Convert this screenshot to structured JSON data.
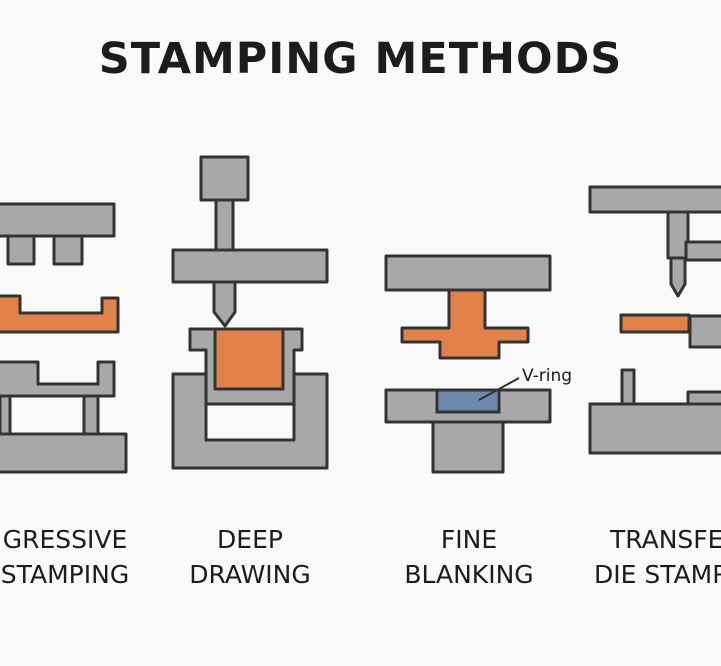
{
  "title": "STAMPING METHODS",
  "methods": [
    {
      "line1": "GRESSIVE",
      "line2": "STAMPING"
    },
    {
      "line1": "DEEP",
      "line2": "DRAWING"
    },
    {
      "line1": "FINE",
      "line2": "BLANKING"
    },
    {
      "line1": "TRANSFE",
      "line2": "DIE STAMP"
    }
  ],
  "callout": "V-ring",
  "colors": {
    "background": "#f9f9f8",
    "tooling": "#a8a8a8",
    "outline": "#333333",
    "workpiece": "#e1824a",
    "v_ring": "#6c88ad"
  }
}
